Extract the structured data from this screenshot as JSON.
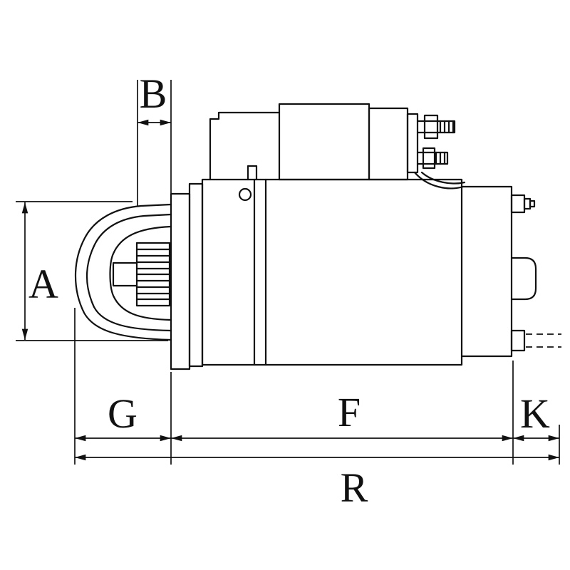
{
  "page": {
    "background": "#ffffff",
    "ink": "#111111"
  },
  "drawing": {
    "kind": "technical-line-drawing",
    "labels": {
      "a": "A",
      "b": "B",
      "g": "G",
      "f": "F",
      "k": "K",
      "r": "R"
    }
  }
}
